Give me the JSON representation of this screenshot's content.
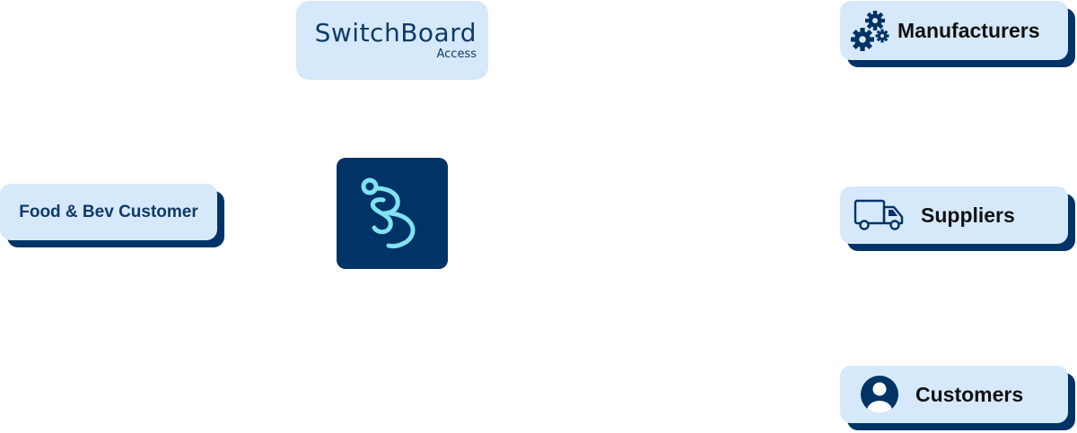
{
  "logo_card": {
    "wordmark": "SwitchBoard",
    "subtitle": "Access"
  },
  "center_icon": {
    "name": "switchboard-app-icon",
    "background": "#003366",
    "glyph_color": "#7FE3F0"
  },
  "left_node": {
    "label": "Food & Bev Customer"
  },
  "right_nodes": [
    {
      "label": "Manufacturers",
      "icon": "gears-icon"
    },
    {
      "label": "Suppliers",
      "icon": "truck-icon"
    },
    {
      "label": "Customers",
      "icon": "user-avatar-icon"
    }
  ],
  "colors": {
    "card_fill": "#D6E9FB",
    "card_shadow": "#003366",
    "navy": "#003366",
    "text_dark": "#111111",
    "logo_text": "#0F3A68"
  }
}
